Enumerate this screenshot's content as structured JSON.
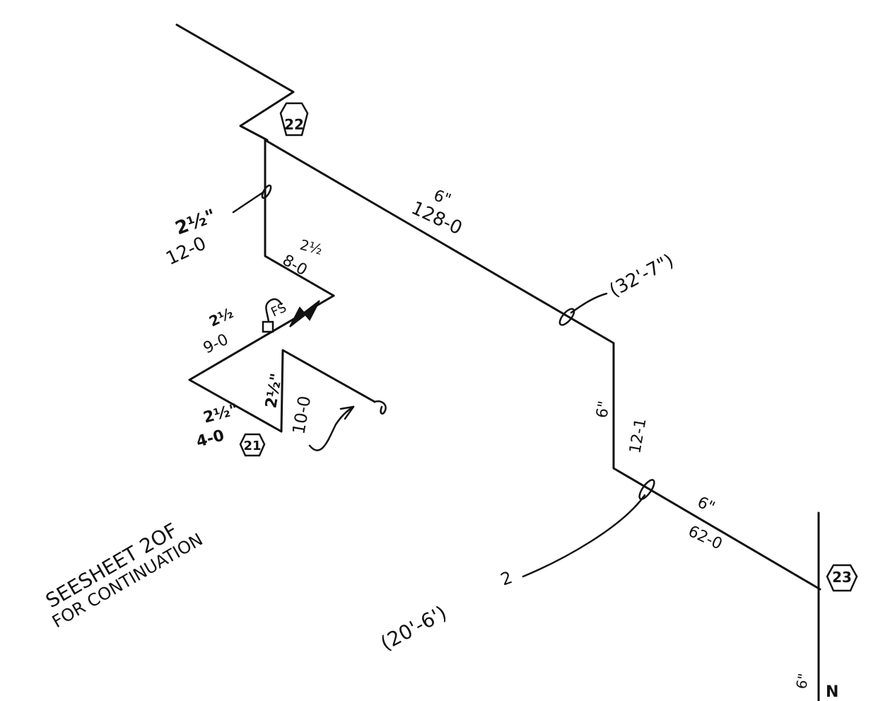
{
  "nodes": {
    "n22": "22",
    "n21": "21",
    "n23": "23"
  },
  "dimensions": {
    "main_run_size": "6\"",
    "main_run_length": "128-0",
    "riser_size": "2½\"",
    "riser_length": "12-0",
    "branch_a_size": "2½",
    "branch_a_length": "8-0",
    "flow_switch": "FS",
    "branch_b_size": "2½",
    "branch_b_length": "9-0",
    "drop_size": "2½\"",
    "drop_length": "10-0",
    "branch_c_size": "2½\"",
    "branch_c_length": "4-0",
    "vertical_size": "6\"",
    "vertical_length": "12-1",
    "lower_run_size": "6\"",
    "lower_run_length": "62-0",
    "callout_upper": "(32'-7\")",
    "callout_lower": "(20'-6')",
    "callout_lower_tail": "2",
    "bottom_size": "6\"",
    "bottom_direction": "N"
  },
  "notes": {
    "line1": "SEESHEET 2OF",
    "line2": "FOR CONTINUATION"
  },
  "icons": {
    "valve": "valve-icon",
    "flow_switch_box": "flow-switch-icon",
    "hex_tag": "hexagon-node-icon"
  },
  "colors": {
    "ink": "#111111",
    "paper": "#ffffff"
  }
}
